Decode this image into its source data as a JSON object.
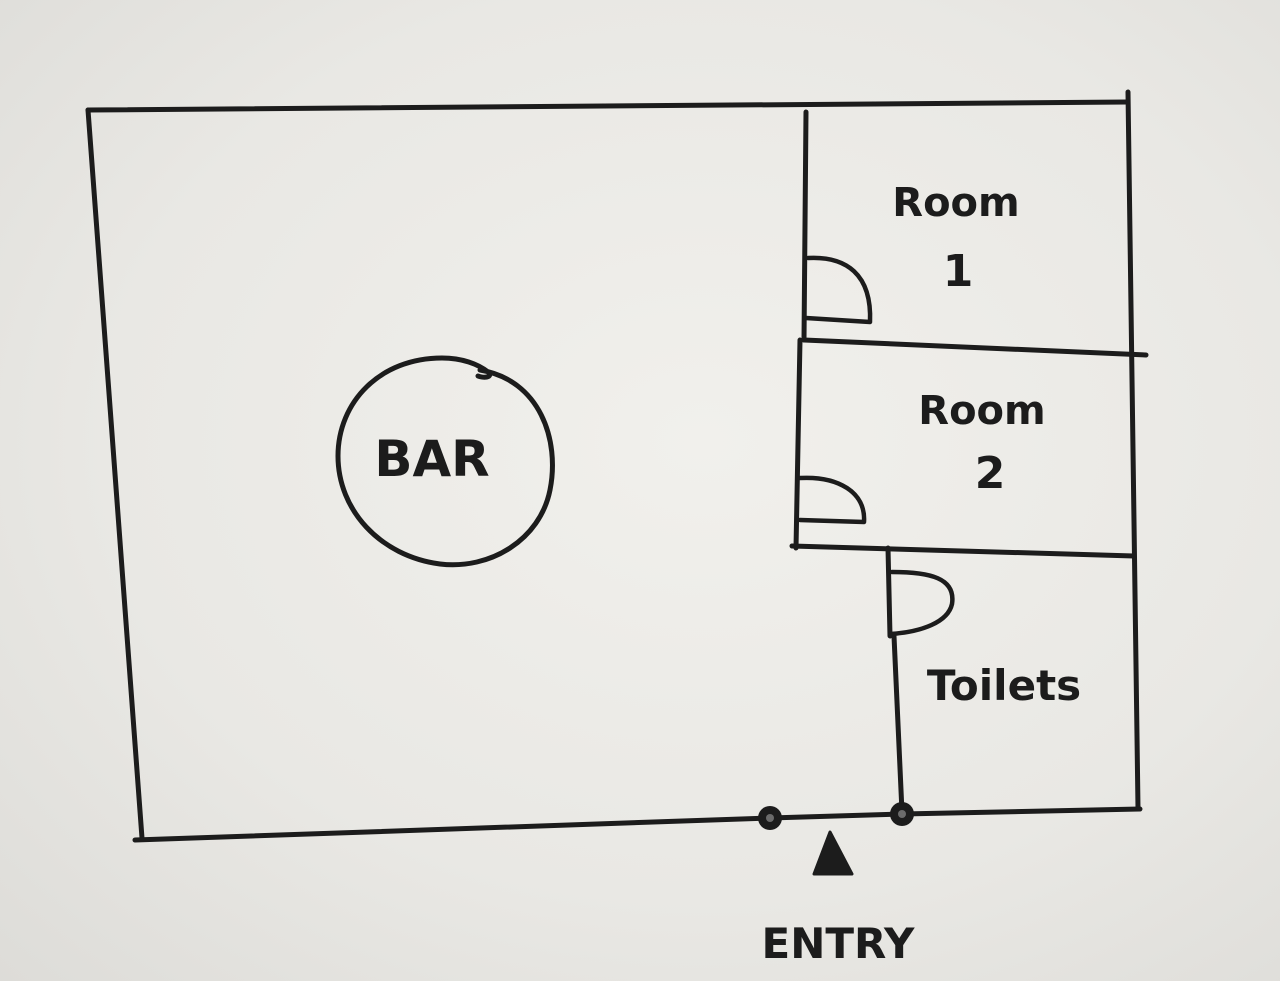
{
  "labels": {
    "bar": "BAR",
    "room1_word": "Room",
    "room1_number": "1",
    "room2_word": "Room",
    "room2_number": "2",
    "toilets": "Toilets",
    "entry": "ENTRY"
  },
  "colors": {
    "paper": "#e9e8e4",
    "ink": "#1c1c1c"
  },
  "icons": {
    "entry_marker": "triangle-up-icon",
    "door_hinge": "dot-icon"
  }
}
